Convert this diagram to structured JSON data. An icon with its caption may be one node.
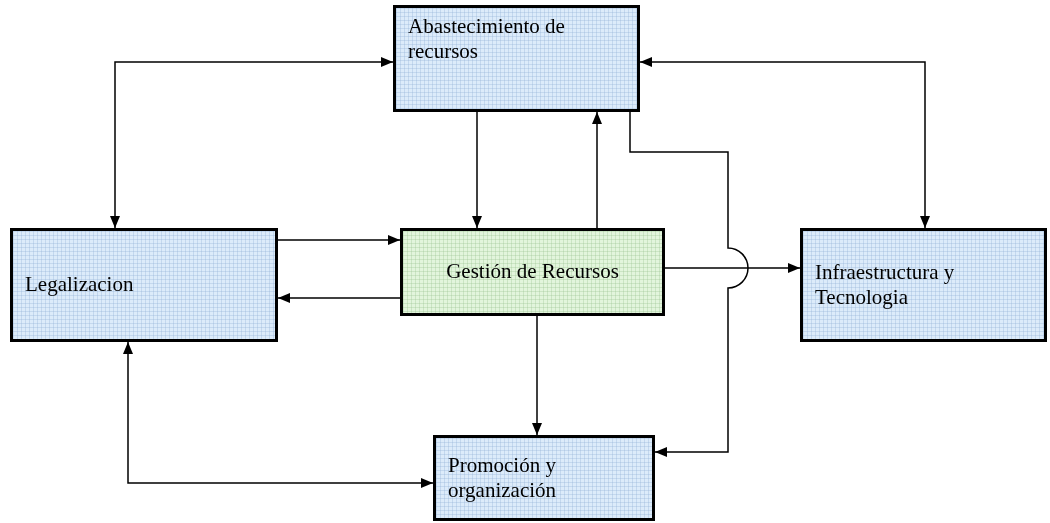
{
  "diagram": {
    "nodes": [
      {
        "text": [
          "Abastecimiento de recursos"
        ]
      },
      {
        "text": [
          "Legalizacion"
        ]
      },
      {
        "text": [
          "Gestión de Recursos"
        ]
      },
      {
        "text": [
          "Infraestructura y Tecnologia"
        ]
      },
      {
        "text": [
          "Promoción y organización"
        ]
      }
    ],
    "edges": [
      {
        "from": 0,
        "to": 1,
        "arrow": "both"
      },
      {
        "from": 0,
        "to": 3,
        "arrow": "both"
      },
      {
        "from": 0,
        "to": 2,
        "arrow": "to"
      },
      {
        "from": 2,
        "to": 0,
        "arrow": "to"
      },
      {
        "from": 1,
        "to": 2,
        "arrow": "to"
      },
      {
        "from": 2,
        "to": 1,
        "arrow": "to"
      },
      {
        "from": 2,
        "to": 3,
        "arrow": "to"
      },
      {
        "from": 0,
        "to": 4,
        "arrow": "to"
      },
      {
        "from": 2,
        "to": 4,
        "arrow": "to"
      },
      {
        "from": 1,
        "to": 4,
        "arrow": "both"
      }
    ]
  }
}
